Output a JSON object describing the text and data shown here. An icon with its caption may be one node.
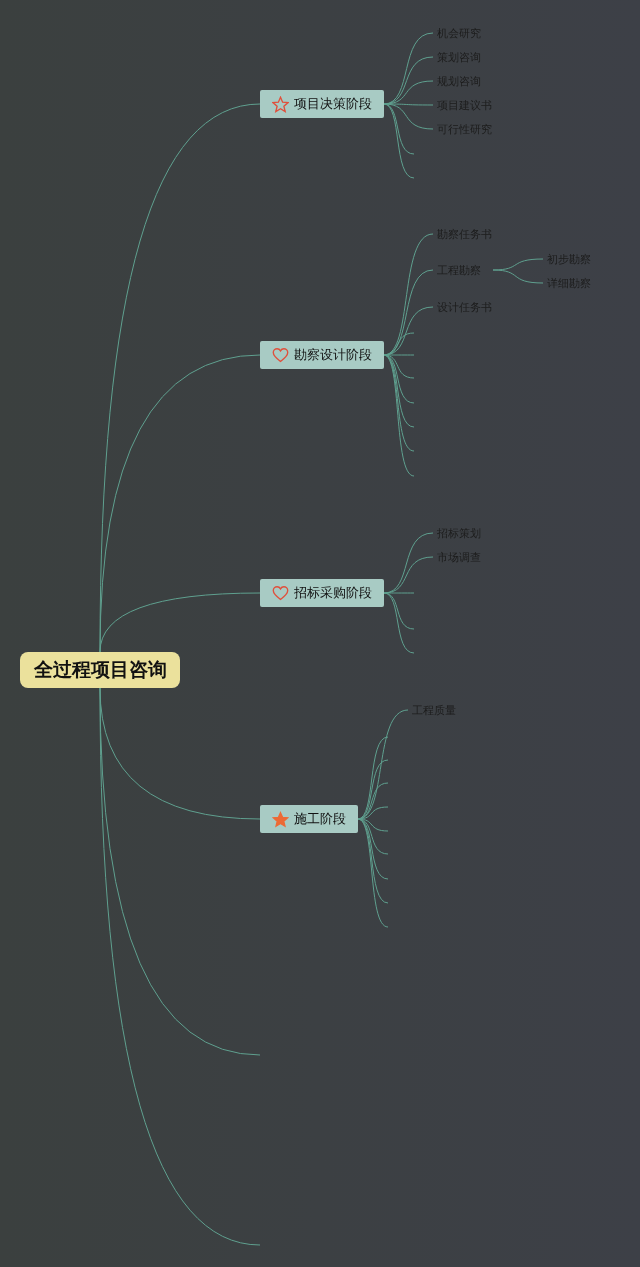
{
  "diagram": {
    "nodes": [
      {
        "text": [
          "全过程项目咨询"
        ]
      },
      {
        "text": [
          "项目决策阶段"
        ]
      },
      {
        "text": [
          "机会研究"
        ]
      },
      {
        "text": [
          "策划咨询"
        ]
      },
      {
        "text": [
          "规划咨询"
        ]
      },
      {
        "text": [
          "项目建议书"
        ]
      },
      {
        "text": [
          "可行性研究"
        ]
      },
      {
        "text": [
          "勘察设计阶段"
        ]
      },
      {
        "text": [
          "勘察任务书"
        ]
      },
      {
        "text": [
          "工程勘察"
        ]
      },
      {
        "text": [
          "初步勘察"
        ]
      },
      {
        "text": [
          "详细勘察"
        ]
      },
      {
        "text": [
          "设计任务书"
        ]
      },
      {
        "text": [
          "招标采购阶段"
        ]
      },
      {
        "text": [
          "招标策划"
        ]
      },
      {
        "text": [
          "市场调查"
        ]
      },
      {
        "text": [
          "施工阶段"
        ]
      },
      {
        "text": [
          "工程质量"
        ]
      }
    ],
    "edges": [
      {
        "from": 0,
        "to": 1,
        "arrow": "none"
      },
      {
        "from": 0,
        "to": 7,
        "arrow": "none"
      },
      {
        "from": 0,
        "to": 13,
        "arrow": "none"
      },
      {
        "from": 0,
        "to": 16,
        "arrow": "none"
      },
      {
        "from": 0,
        "to": null,
        "arrow": "none"
      },
      {
        "from": 0,
        "to": null,
        "arrow": "none"
      },
      {
        "from": 1,
        "to": 2,
        "arrow": "none"
      },
      {
        "from": 1,
        "to": 3,
        "arrow": "none"
      },
      {
        "from": 1,
        "to": 4,
        "arrow": "none"
      },
      {
        "from": 1,
        "to": 5,
        "arrow": "none"
      },
      {
        "from": 1,
        "to": 6,
        "arrow": "none"
      },
      {
        "from": 1,
        "to": null,
        "arrow": "none"
      },
      {
        "from": 1,
        "to": null,
        "arrow": "none"
      },
      {
        "from": 7,
        "to": 8,
        "arrow": "none"
      },
      {
        "from": 7,
        "to": 9,
        "arrow": "none"
      },
      {
        "from": 9,
        "to": 10,
        "arrow": "none"
      },
      {
        "from": 9,
        "to": 11,
        "arrow": "none"
      },
      {
        "from": 7,
        "to": 12,
        "arrow": "none"
      },
      {
        "from": 7,
        "to": null,
        "arrow": "none"
      },
      {
        "from": 7,
        "to": null,
        "arrow": "none"
      },
      {
        "from": 7,
        "to": null,
        "arrow": "none"
      },
      {
        "from": 7,
        "to": null,
        "arrow": "none"
      },
      {
        "from": 7,
        "to": null,
        "arrow": "none"
      },
      {
        "from": 7,
        "to": null,
        "arrow": "none"
      },
      {
        "from": 7,
        "to": null,
        "arrow": "none"
      },
      {
        "from": 13,
        "to": 14,
        "arrow": "none"
      },
      {
        "from": 13,
        "to": 15,
        "arrow": "none"
      },
      {
        "from": 13,
        "to": null,
        "arrow": "none"
      },
      {
        "from": 13,
        "to": null,
        "arrow": "none"
      },
      {
        "from": 13,
        "to": null,
        "arrow": "none"
      },
      {
        "from": 16,
        "to": 17,
        "arrow": "none"
      },
      {
        "from": 16,
        "to": null,
        "arrow": "none"
      },
      {
        "from": 16,
        "to": null,
        "arrow": "none"
      },
      {
        "from": 16,
        "to": null,
        "arrow": "none"
      },
      {
        "from": 16,
        "to": null,
        "arrow": "none"
      },
      {
        "from": 16,
        "to": null,
        "arrow": "none"
      },
      {
        "from": 16,
        "to": null,
        "arrow": "none"
      },
      {
        "from": 16,
        "to": null,
        "arrow": "none"
      },
      {
        "from": 16,
        "to": null,
        "arrow": "none"
      },
      {
        "from": 16,
        "to": null,
        "arrow": "none"
      }
    ]
  }
}
